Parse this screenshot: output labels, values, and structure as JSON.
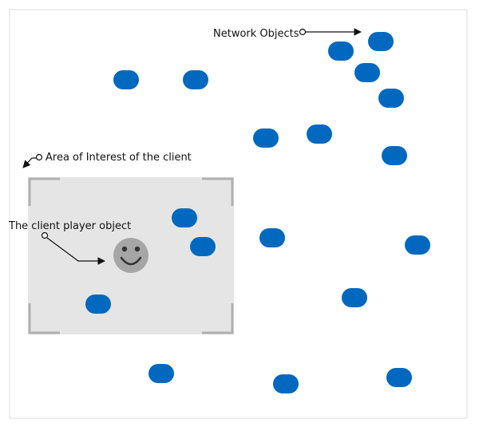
{
  "labels": {
    "network_objects": "Network Objects",
    "area_of_interest": "Area of Interest of the client",
    "client_player": "The client player object"
  },
  "colors": {
    "network_object": "#0069bf",
    "area_fill": "#e5e5e5",
    "corner_marks": "#b0b0b0",
    "player_face": "#a6a6a6",
    "player_features": "#333333",
    "frame_border": "#dddddd"
  },
  "icons": {
    "player": "smiley-face-icon"
  }
}
